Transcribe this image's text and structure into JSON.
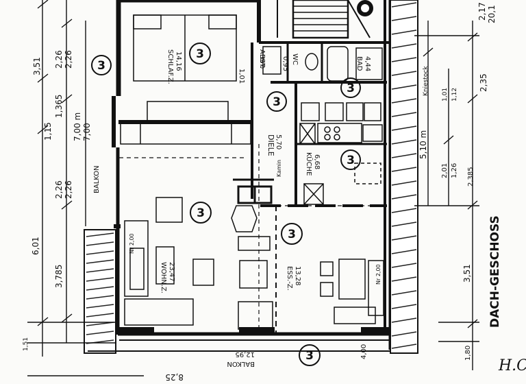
{
  "floor_title": "DACH-GESCHOSS",
  "rooms": {
    "schlafzimmer": {
      "name": "SCHLAF.Z.",
      "area": "14,16"
    },
    "wc": {
      "name": "WC",
      "area": "1,01"
    },
    "bad": {
      "name": "BAD",
      "area": "4,44"
    },
    "diele": {
      "name": "DIELE",
      "area": "5,70"
    },
    "kueche": {
      "name": "KÜCHE",
      "area": "6,68"
    },
    "essen": {
      "name": "ESS.-Z.",
      "area": "13,28"
    },
    "wohnen": {
      "name": "WOHN.Z.",
      "area": "23,47"
    },
    "balkon_left": {
      "name": "BALKON"
    },
    "balkon_bottom": {
      "name": "BALKON",
      "area": "12,95"
    },
    "abst": {
      "name": "ABST.",
      "area": "0,95"
    }
  },
  "marker_value": "3",
  "door_labels": {
    "wohnen": "Nr 2,00",
    "essen": "Nr 2,00"
  },
  "dimensions_left": [
    "3,51",
    "2,26",
    "2,26",
    "1,365",
    "1,15",
    "7,00 m",
    "7,00",
    "2,26",
    "2,26",
    "6,01",
    "3,785",
    "1,51",
    "8,25"
  ],
  "dimensions_right": [
    "2,17",
    "20,1",
    "2,35",
    "1,01",
    "1,12",
    "5,10 m",
    "2,01",
    "1,26",
    "2,385",
    "3,51",
    "1,80",
    "4,00"
  ],
  "vertical_labels": {
    "eaves": "Kniestock",
    "kamin": "Kamin",
    "hoehe": "0,95"
  },
  "signature": "H.C"
}
